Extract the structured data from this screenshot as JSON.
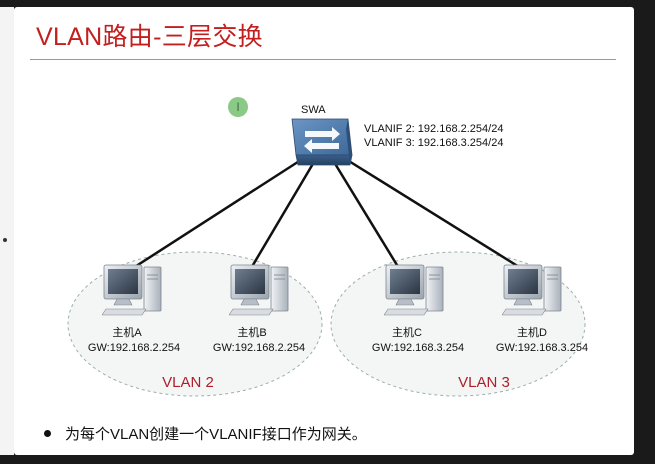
{
  "slide": {
    "title": "VLAN路由-三层交换",
    "bullet": "为每个VLAN创建一个VLANIF接口作为网关。"
  },
  "switch": {
    "name": "SWA",
    "vlanif_lines": [
      "VLANIF 2: 192.168.2.254/24",
      "VLANIF 3: 192.168.3.254/24"
    ]
  },
  "hosts": [
    {
      "name": "主机A",
      "gateway": "GW:192.168.2.254"
    },
    {
      "name": "主机B",
      "gateway": "GW:192.168.2.254"
    },
    {
      "name": "主机C",
      "gateway": "GW:192.168.3.254"
    },
    {
      "name": "主机D",
      "gateway": "GW:192.168.3.254"
    }
  ],
  "vlans": [
    {
      "name": "VLAN 2"
    },
    {
      "name": "VLAN 3"
    }
  ],
  "colors": {
    "title": "#c21f1f",
    "vlan_label": "#b01e2a",
    "switch_body": "#3f6fa3",
    "link": "#111111"
  },
  "cursor": {
    "glyph": "I"
  }
}
